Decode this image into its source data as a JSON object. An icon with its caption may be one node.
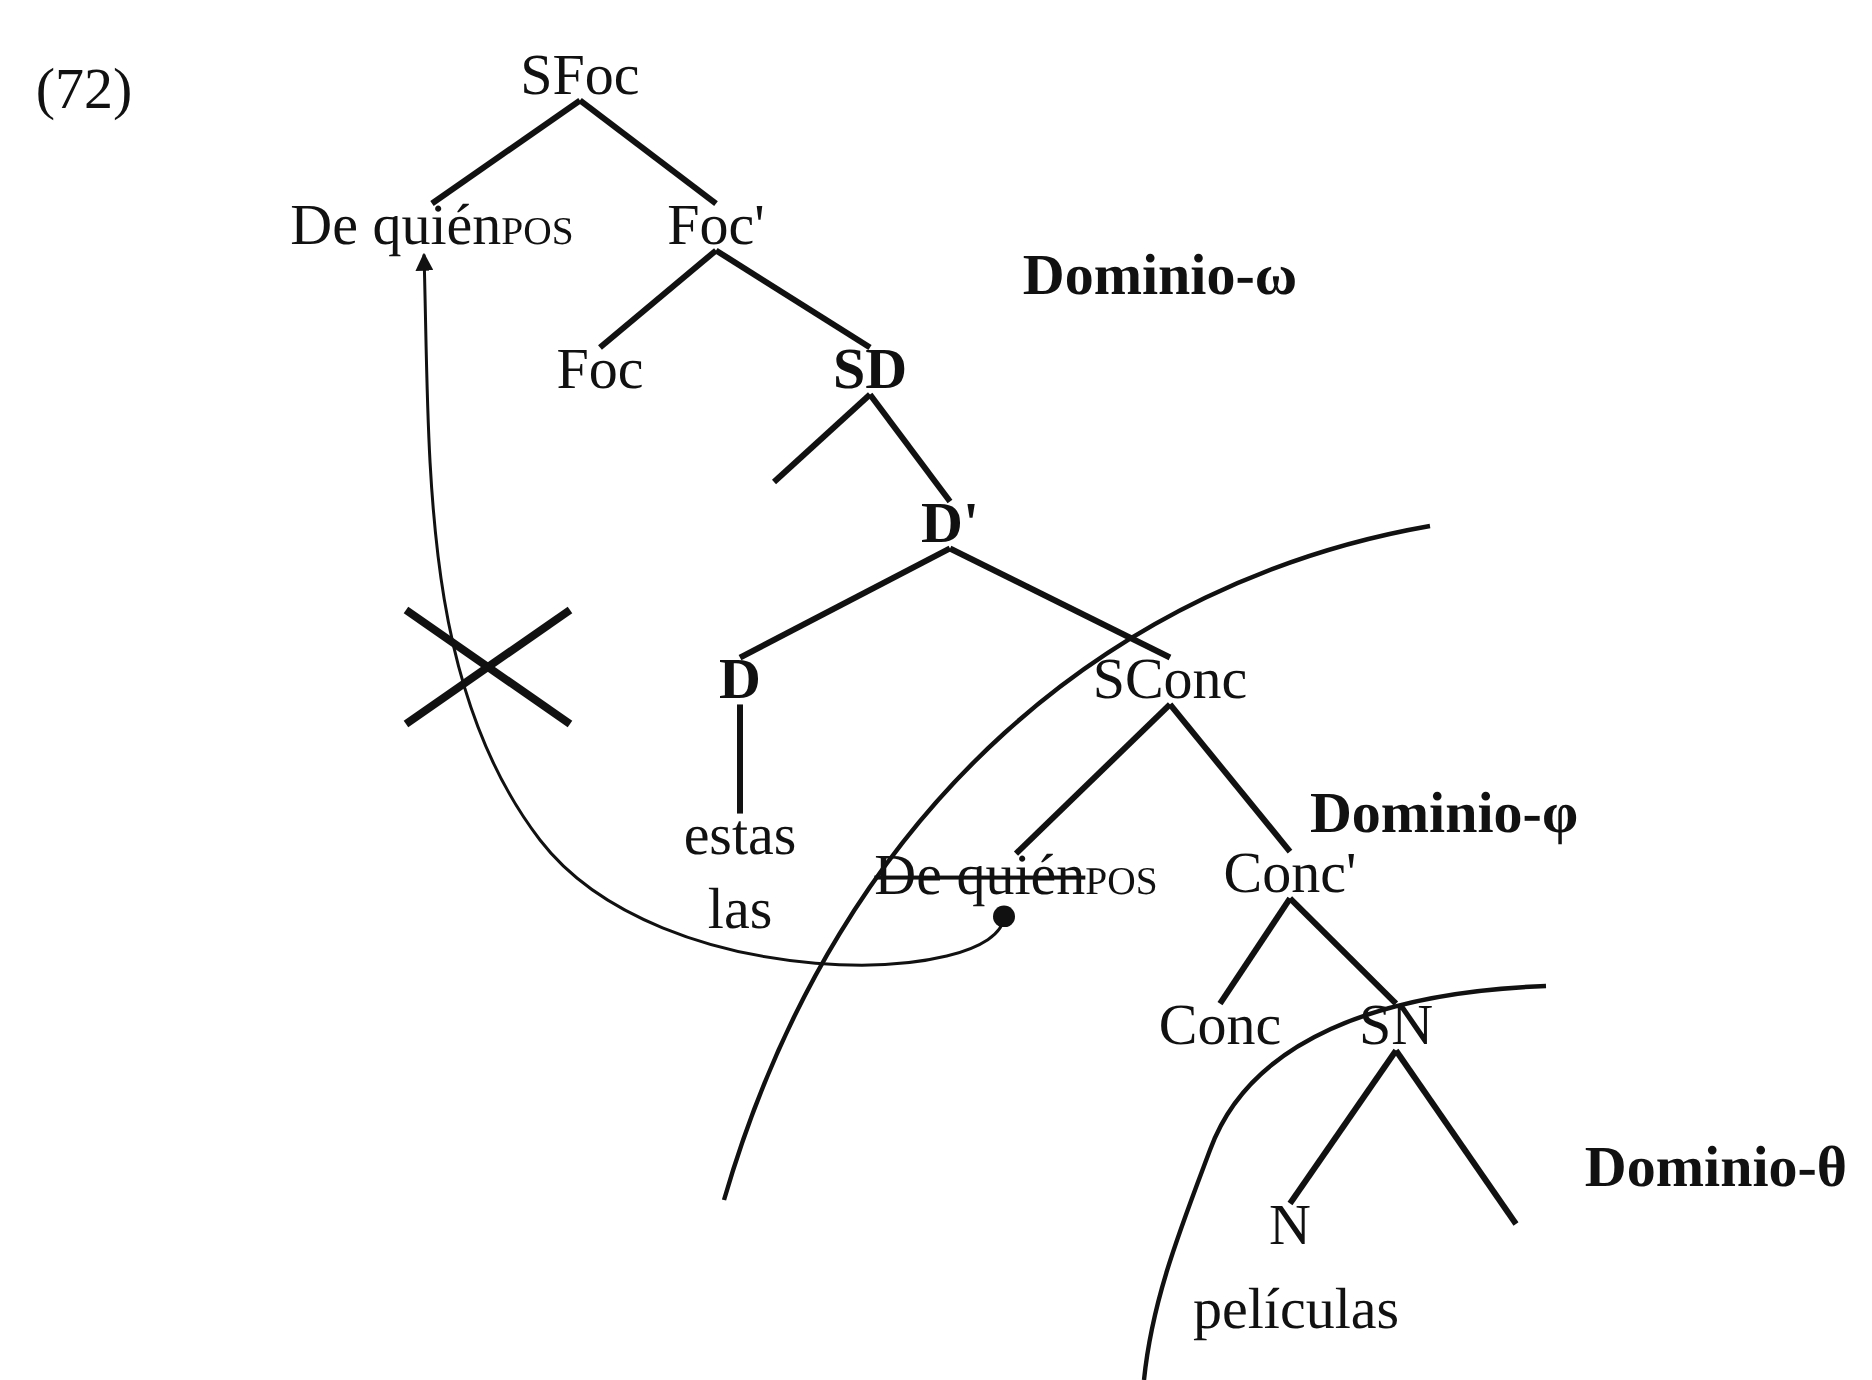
{
  "diagram": {
    "nodes": [
      {
        "text": [
          "SFoc"
        ]
      },
      {
        "text": [
          "De quién$_{POS}$"
        ]
      },
      {
        "text": [
          "Foc'"
        ]
      },
      {
        "text": [
          "Foc"
        ]
      },
      {
        "text": [
          "SD"
        ]
      },
      {
        "text": [
          "D'"
        ]
      },
      {
        "text": [
          "D"
        ]
      },
      {
        "text": [
          "SConc"
        ]
      },
      {
        "text": [
          "estas"
        ]
      },
      {
        "text": [
          "las"
        ]
      },
      {
        "text": [
          "De quién$_{POS}$"
        ]
      },
      {
        "text": [
          "Conc'"
        ]
      },
      {
        "text": [
          "Conc"
        ]
      },
      {
        "text": [
          "SN"
        ]
      },
      {
        "text": [
          "N"
        ]
      },
      {
        "text": [
          "películas"
        ]
      }
    ],
    "edges": [
      {
        "from": 0,
        "to": 1,
        "arrow": "none"
      },
      {
        "from": 0,
        "to": 2,
        "arrow": "none"
      },
      {
        "from": 2,
        "to": 3,
        "arrow": "none"
      },
      {
        "from": 2,
        "to": 4,
        "arrow": "none"
      },
      {
        "from": 4,
        "to": null,
        "arrow": "none"
      },
      {
        "from": 4,
        "to": 5,
        "arrow": "none"
      },
      {
        "from": 5,
        "to": 6,
        "arrow": "none"
      },
      {
        "from": 5,
        "to": 7,
        "arrow": "none"
      },
      {
        "from": 6,
        "to": 8,
        "arrow": "none"
      },
      {
        "from": 7,
        "to": 10,
        "arrow": "none"
      },
      {
        "from": 7,
        "to": 11,
        "arrow": "none"
      },
      {
        "from": 11,
        "to": 12,
        "arrow": "none"
      },
      {
        "from": 11,
        "to": 13,
        "arrow": "none"
      },
      {
        "from": 13,
        "to": 14,
        "arrow": "none"
      },
      {
        "from": 13,
        "to": null,
        "arrow": "none"
      },
      {
        "from": 10,
        "to": 1,
        "arrow": "to"
      }
    ],
    "labels": [
      "(72)",
      "Dominio-ω",
      "Dominio-φ",
      "Dominio-θ"
    ]
  }
}
